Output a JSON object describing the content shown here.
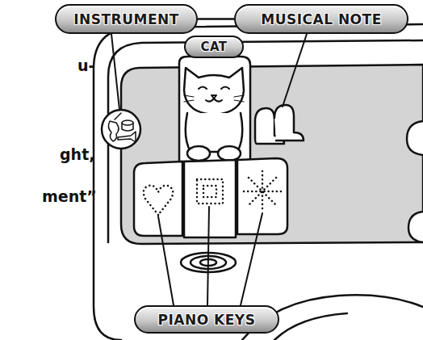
{
  "diagram": {
    "nodes": [
      {
        "text": [
          "INSTRUMENT"
        ]
      },
      {
        "text": [
          "MUSICAL NOTE"
        ]
      },
      {
        "text": [
          "CAT"
        ]
      },
      {
        "text": [
          "PIANO KEYS"
        ]
      }
    ],
    "edges": [
      {
        "from": 0,
        "to": 1,
        "arrow": "none"
      }
    ],
    "labels": [
      "u-",
      "ght,",
      "ment”"
    ]
  }
}
